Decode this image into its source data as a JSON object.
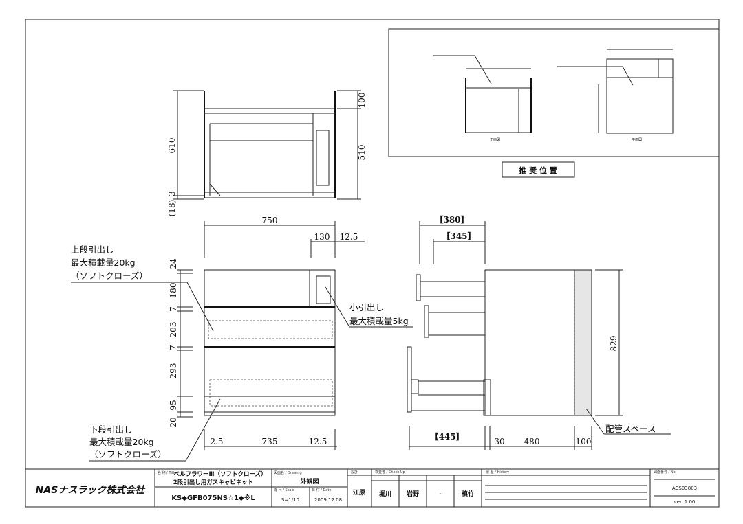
{
  "drawing": {
    "top_view": {
      "height_total": "610",
      "height_small": "3",
      "height_base": "(18)",
      "dim_upper": "100",
      "dim_lower": "510"
    },
    "front_view": {
      "width_total": "750",
      "width_small_drawer": "130",
      "width_side": "12.5",
      "vertical_dims": [
        "24",
        "180",
        "7",
        "203",
        "7",
        "293",
        "95",
        "20"
      ],
      "bottom_dims": [
        "2.5",
        "735",
        "12.5"
      ]
    },
    "side_view": {
      "depth_top": "【380】",
      "depth_second": "【345】",
      "depth_bottom": "【445】",
      "bottom_dims": [
        "30",
        "480",
        "100"
      ],
      "height": "829"
    },
    "labels": {
      "upper_drawer": [
        "上段引出し",
        "最大積載量20kg",
        "（ソフトクローズ）"
      ],
      "small_drawer": [
        "小引出し",
        "最大積載量5kg"
      ],
      "lower_drawer": [
        "下段引出し",
        "最大積載量20kg",
        "（ソフトクローズ）"
      ],
      "pipe_space": "配管スペース"
    },
    "inset": {
      "caption": "推 奨 位 置"
    }
  },
  "title_block": {
    "company": "NASナスラック株式会社",
    "title_label": "名 称 / Title",
    "title_line1": "ベルフラワーⅢ（ソフトクローズ）",
    "title_line2": "2段引出し用ガスキャビネット",
    "model_code": "KS◆GFB075NS☆1◆※L",
    "drawing_label": "図面名 / Drawing",
    "drawing_name": "外観図",
    "scale_label": "縮 尺 / Scale",
    "scale": "S=1/10",
    "date_label": "日 付 / Date",
    "date": "2009.12.08",
    "designer_label": "設計",
    "designer": "江原",
    "check_label": "検査者 / Check Up",
    "checkers": [
      "堀川",
      "岩野",
      "-",
      "槙竹"
    ],
    "history_label": "履 歴 / History",
    "no_label": "図面番号 / No.",
    "number": "ACS03803",
    "version": "ver. 1.00"
  }
}
